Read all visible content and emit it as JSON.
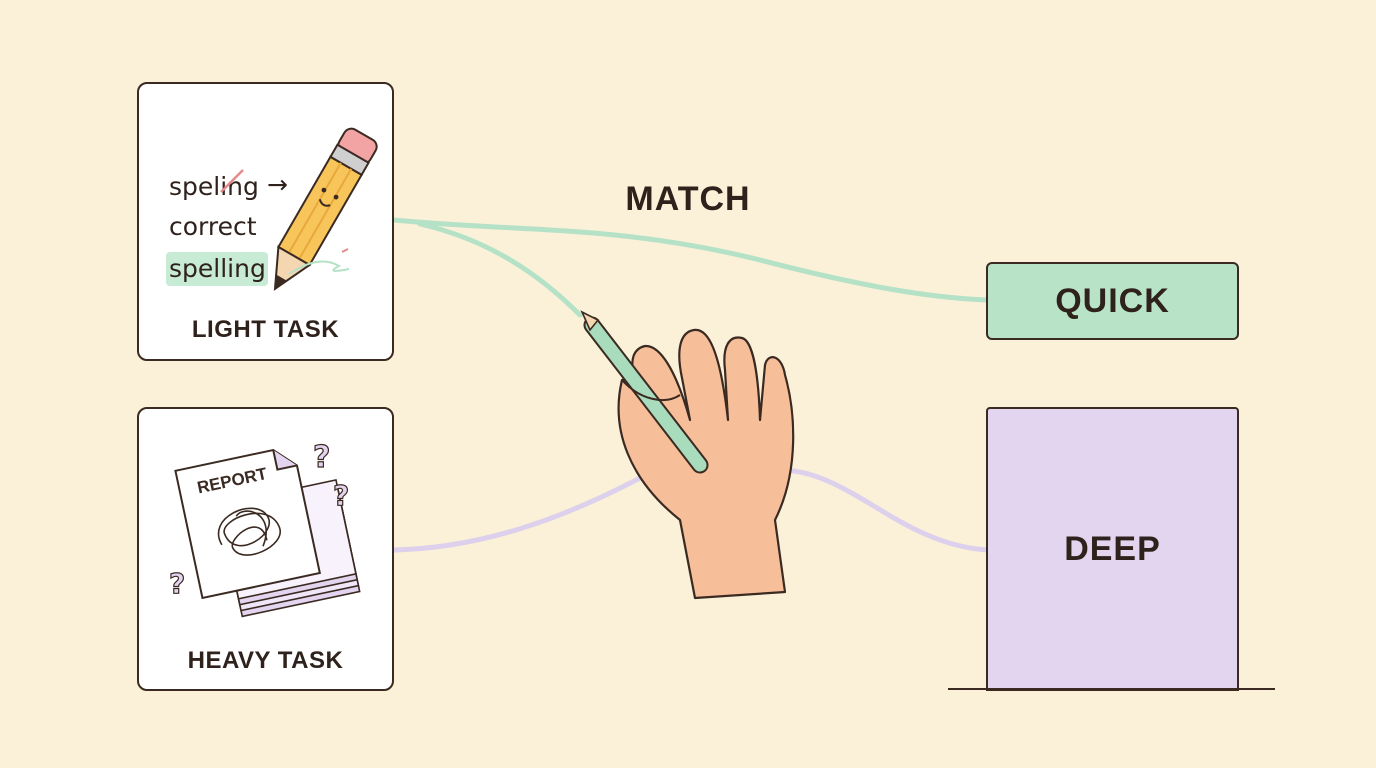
{
  "title": "MATCH",
  "light_card": {
    "label": "LIGHT TASK",
    "misspelled": "speling",
    "arrow": "→",
    "middle_word": "correct",
    "corrected": "spelling"
  },
  "heavy_card": {
    "label": "HEAVY TASK",
    "report_label": "REPORT",
    "question_mark": "?"
  },
  "targets": {
    "quick": {
      "label": "QUICK",
      "color": "#b9e3c6"
    },
    "deep": {
      "label": "DEEP",
      "color": "#e3d4ef"
    }
  },
  "colors": {
    "background": "#fbf1d8",
    "light_connector": "#b5e2c7",
    "heavy_connector": "#ddd0ec",
    "pencil_body": "#f7c55a",
    "eraser": "#f2a3a3",
    "hand": "#f6bf9a",
    "stylus": "#a9dcbc",
    "outline": "#3a2a22"
  },
  "icons": [
    "smiling-pencil-icon",
    "report-page-icon",
    "paper-stack-icon",
    "question-mark-icon",
    "hand-icon",
    "stylus-icon"
  ]
}
